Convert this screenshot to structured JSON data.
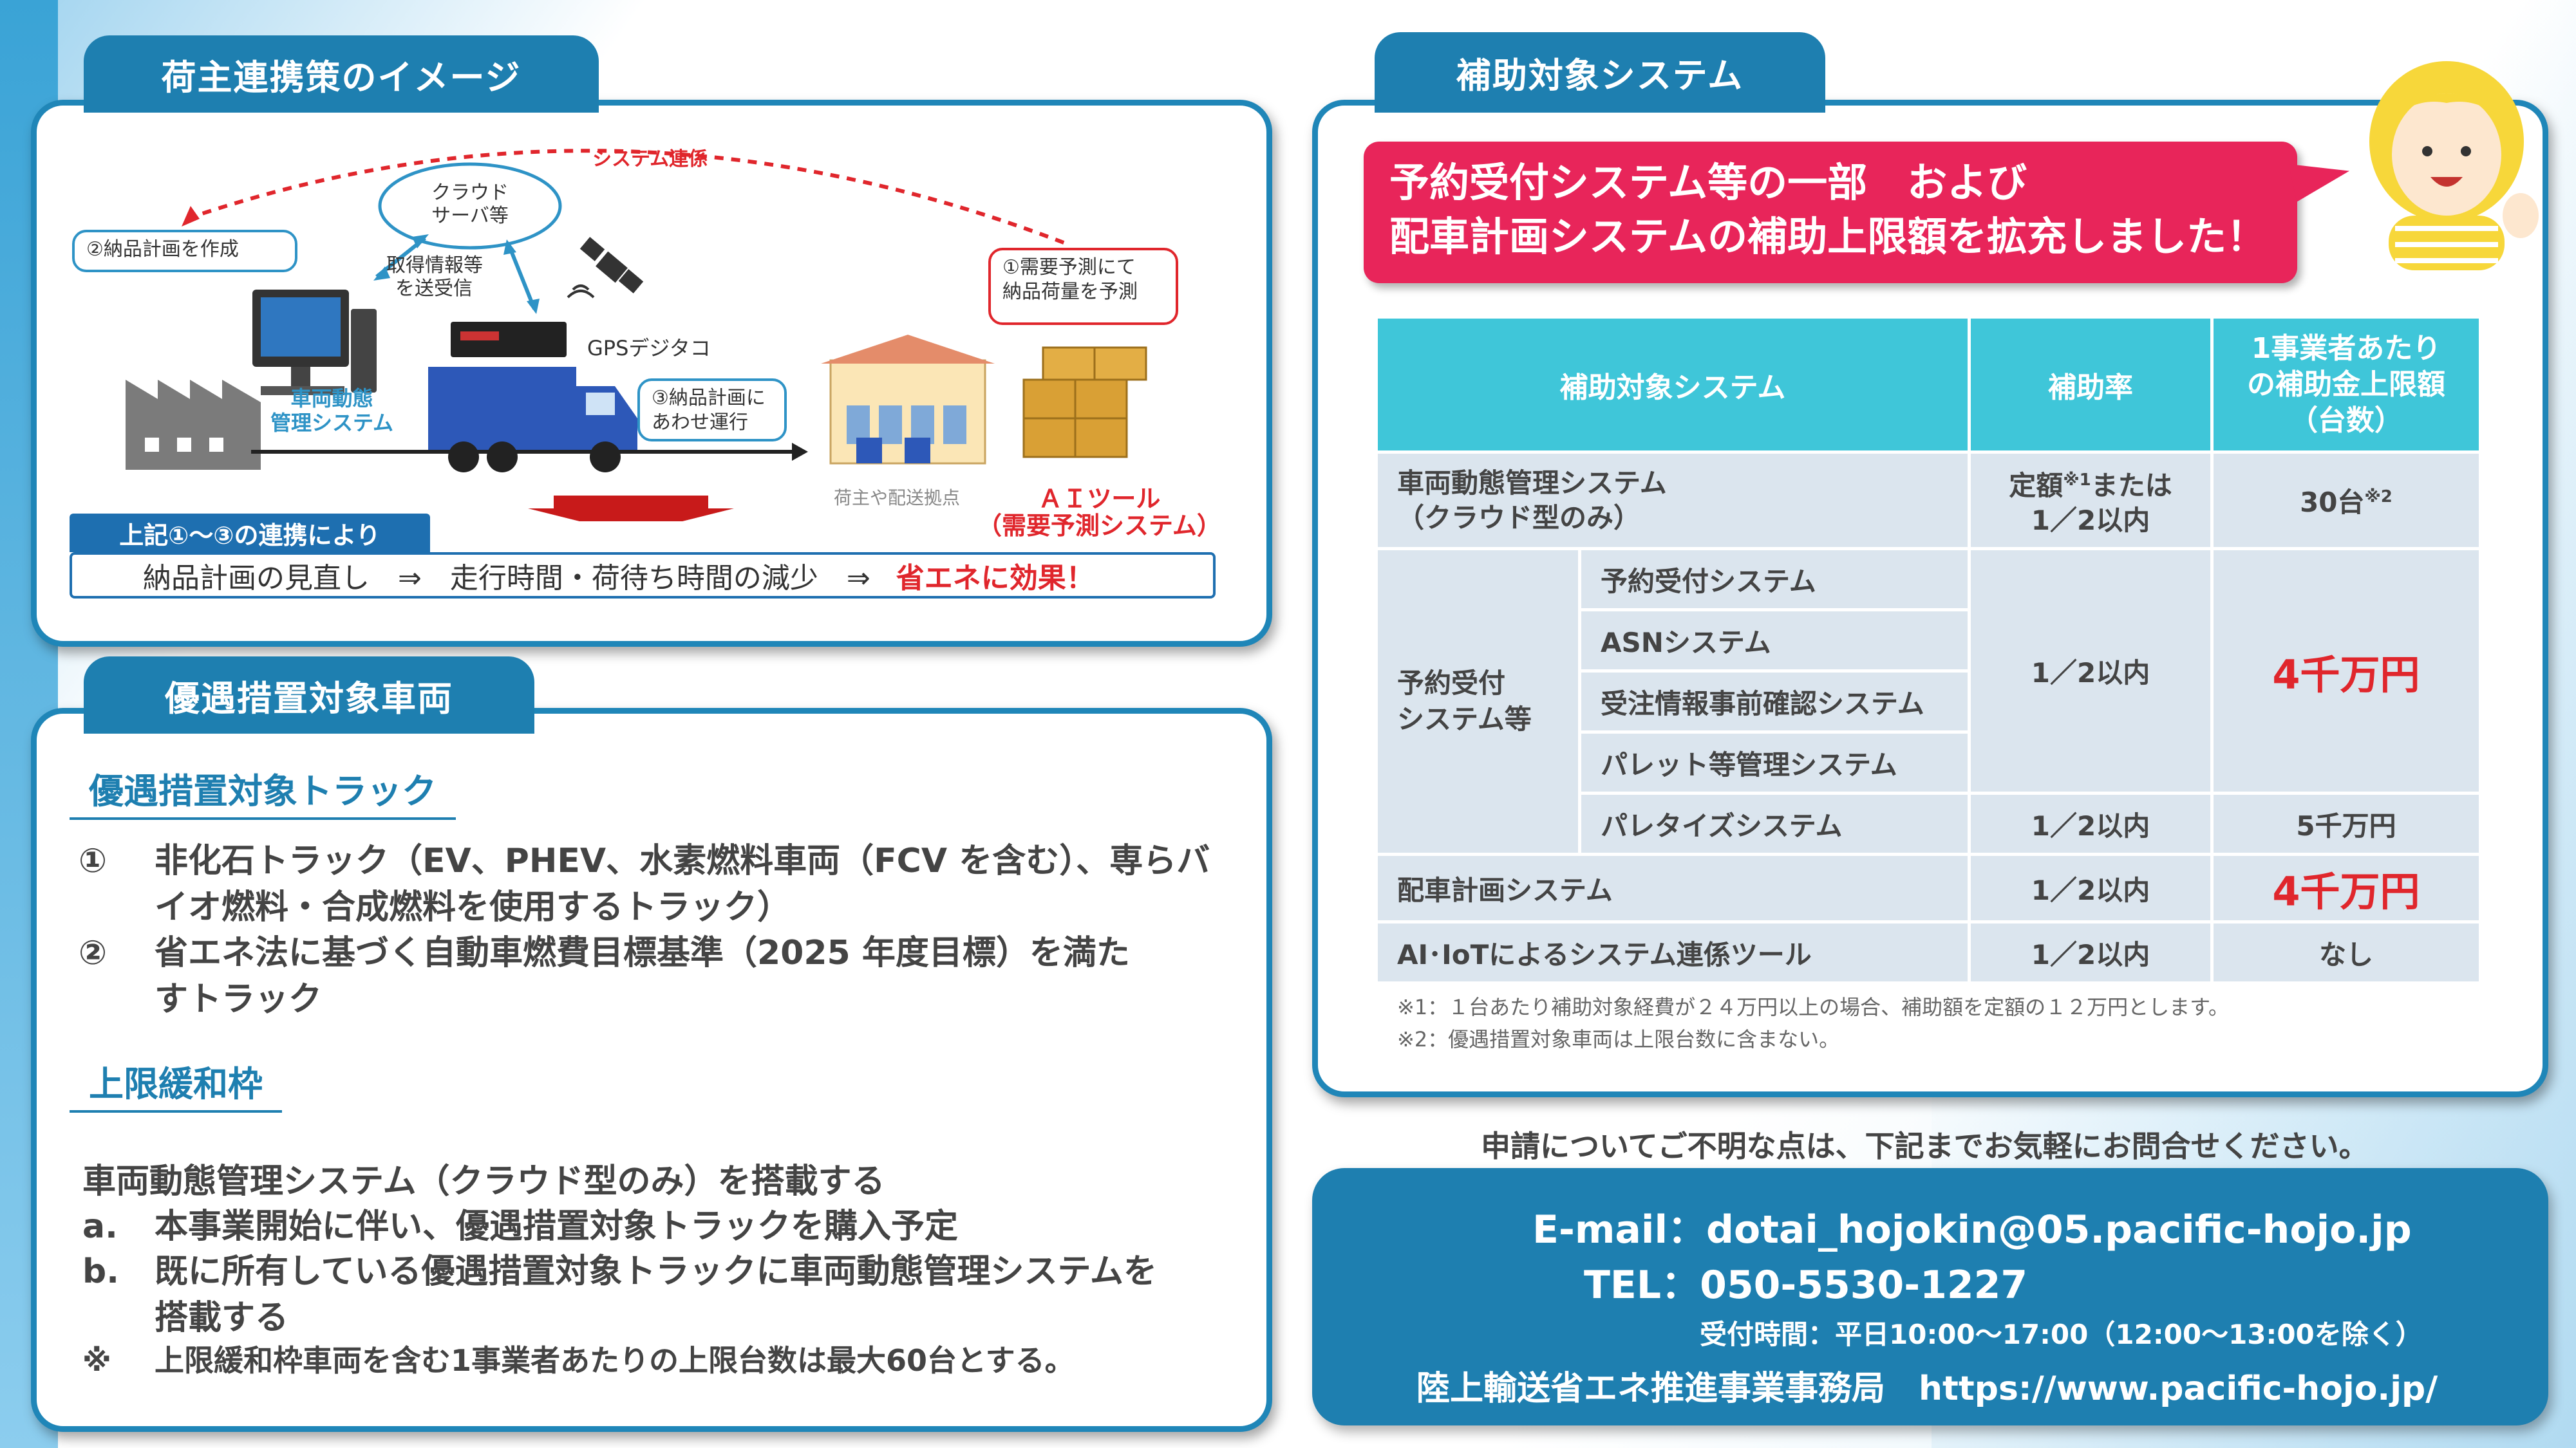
{
  "left_top": {
    "tab": "荷主連携策のイメージ",
    "system_link": "システム連係",
    "cloud": [
      "クラウド",
      "サーバ等"
    ],
    "send_recv": [
      "取得情報等",
      "を送受信"
    ],
    "step2": "②納品計画を作成",
    "step1": [
      "①需要予測にて",
      "納品荷量を予測"
    ],
    "step3": [
      "③納品計画に",
      "あわせ運行"
    ],
    "gps": "GPSデジタコ",
    "vehicle_mgmt": [
      "車両動態",
      "管理システム"
    ],
    "shipper": "荷主や配送拠点",
    "ai_tool": [
      "ＡＩツール",
      "（需要予測システム）"
    ],
    "result_label": "上記①～③の連携により",
    "result_text": "納品計画の見直し　⇒　走行時間・荷待ち時間の減少　⇒",
    "result_emph": "省エネに効果！"
  },
  "left_bottom": {
    "tab": "優遇措置対象車両",
    "sec1": "優遇措置対象トラック",
    "item1_num": "①",
    "item1": [
      "非化石トラック（EV、PHEV、水素燃料車両（FCV を含む）、専らバ",
      "イオ燃料・合成燃料を使用するトラック）"
    ],
    "item2_num": "②",
    "item2": [
      "省エネ法に基づく自動車燃費目標基準（2025 年度目標）を満た",
      "すトラック"
    ],
    "sec2": "上限緩和枠",
    "lead": "車両動態管理システム（クラウド型のみ）を搭載する",
    "a_mark": "a.",
    "a": "本事業開始に伴い、優遇措置対象トラックを購入予定",
    "b_mark": "b.",
    "b": [
      "既に所有している優遇措置対象トラックに車両動態管理システムを",
      "搭載する"
    ],
    "note_mark": "※",
    "note": "上限緩和枠車両を含む1事業者あたりの上限台数は最大60台とする。"
  },
  "right_top": {
    "tab": "補助対象システム",
    "banner": [
      "予約受付システム等の一部　および",
      "配車計画システムの補助上限額を拡充しました！"
    ],
    "table": {
      "headers": [
        "補助対象システム",
        "補助率",
        [
          "1事業者あたり",
          "の補助金上限額",
          "（台数）"
        ]
      ],
      "row1": {
        "name": [
          "車両動態管理システム",
          "（クラウド型のみ）"
        ],
        "rate": [
          "定額",
          "※1",
          "または",
          "1／2以内"
        ],
        "limit": "30台",
        "limit_note": "※2"
      },
      "group_label": [
        "予約受付",
        "システム等"
      ],
      "group_items": [
        "予約受付システム",
        "ASNシステム",
        "受注情報事前確認システム",
        "パレット等管理システム",
        "パレタイズシステム"
      ],
      "group_rate": "1／2以内",
      "group_limit": "4千万円",
      "palletize_rate": "1／2以内",
      "palletize_limit": "5千万円",
      "row_dispatch": {
        "name": "配車計画システム",
        "rate": "1／2以内",
        "limit": "4千万円"
      },
      "row_ai": {
        "name": "AI･IoTによるシステム連係ツール",
        "rate": "1／2以内",
        "limit": "なし"
      }
    },
    "notes": [
      "※1：１台あたり補助対象経費が２４万円以上の場合、補助額を定額の１２万円とします。",
      "※2：優遇措置対象車両は上限台数に含まない。"
    ]
  },
  "contact": {
    "intro": "申請についてご不明な点は、下記までお気軽にお問合せください。",
    "email": "E-mail：dotai_hojokin@05.pacific-hojo.jp",
    "tel": "TEL：050-5530-1227",
    "hours": "受付時間：平日10:00～17:00（12:00～13:00を除く）",
    "office": "陸上輸送省エネ推進事業事務局　https://www.pacific-hojo.jp/"
  },
  "colors": {
    "brand": "#1e7fb0",
    "accent_red": "#e0262c",
    "table_header": "#3fc6d9",
    "banner": "#e8255a"
  }
}
